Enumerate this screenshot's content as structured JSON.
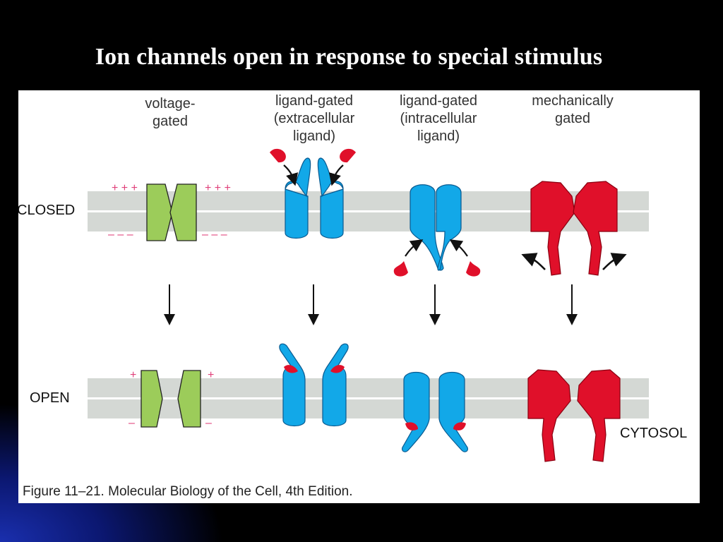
{
  "slide": {
    "title": "Ion channels open in response to special stimulus"
  },
  "figure": {
    "columns": [
      {
        "label": "voltage-\ngated"
      },
      {
        "label": "ligand-gated\n(extracellular\nligand)"
      },
      {
        "label": "ligand-gated\n(intracellular\nligand)"
      },
      {
        "label": "mechanically\ngated"
      }
    ],
    "rows": {
      "closed_label": "CLOSED",
      "open_label": "OPEN"
    },
    "cytosol_label": "CYTOSOL",
    "charges": {
      "closed_positive": "+ + +",
      "closed_negative": "– – –",
      "open_positive": "+",
      "open_negative": "–"
    },
    "caption": "Figure 11–21. Molecular Biology of the Cell, 4th Edition.",
    "colors": {
      "membrane": "#d4d8d4",
      "voltage_channel": "#9ccc5a",
      "ligand_channel": "#12a8e8",
      "ligand": "#e0102a",
      "mechanical_channel": "#e0102a",
      "charge": "#e0407a",
      "outline": "#222222"
    }
  }
}
